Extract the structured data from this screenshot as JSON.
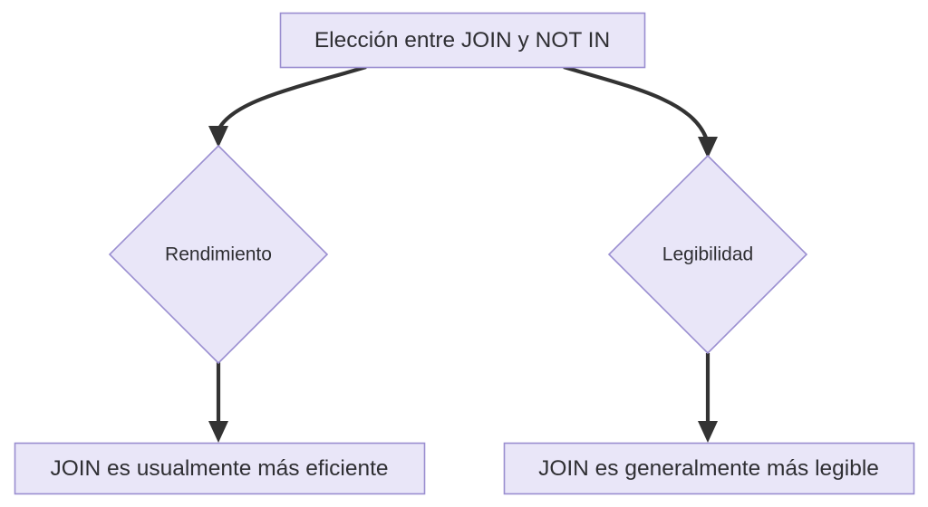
{
  "diagram": {
    "type": "flowchart",
    "direction": "top-down",
    "title_node": "Elección entre JOIN y NOT IN",
    "background_color": "#ffffff",
    "node_fill_color": "#e9e6f8",
    "node_border_color": "#9a8ed0",
    "edge_color": "#333333",
    "text_color": "#2f2f33",
    "nodes": [
      {
        "id": "root",
        "label": "Elección entre JOIN y NOT IN",
        "shape": "rectangle"
      },
      {
        "id": "rendimiento",
        "label": "Rendimiento",
        "shape": "diamond"
      },
      {
        "id": "legibilidad",
        "label": "Legibilidad",
        "shape": "diamond"
      },
      {
        "id": "eficiente",
        "label": "JOIN es usualmente más eficiente",
        "shape": "rectangle"
      },
      {
        "id": "legible",
        "label": "JOIN es generalmente más legible",
        "shape": "rectangle"
      }
    ],
    "edges": [
      {
        "from": "root",
        "to": "rendimiento",
        "label": "",
        "style": "curved-arrow"
      },
      {
        "from": "root",
        "to": "legibilidad",
        "label": "",
        "style": "curved-arrow"
      },
      {
        "from": "rendimiento",
        "to": "eficiente",
        "label": "",
        "style": "straight-arrow"
      },
      {
        "from": "legibilidad",
        "to": "legible",
        "label": "",
        "style": "straight-arrow"
      }
    ]
  }
}
